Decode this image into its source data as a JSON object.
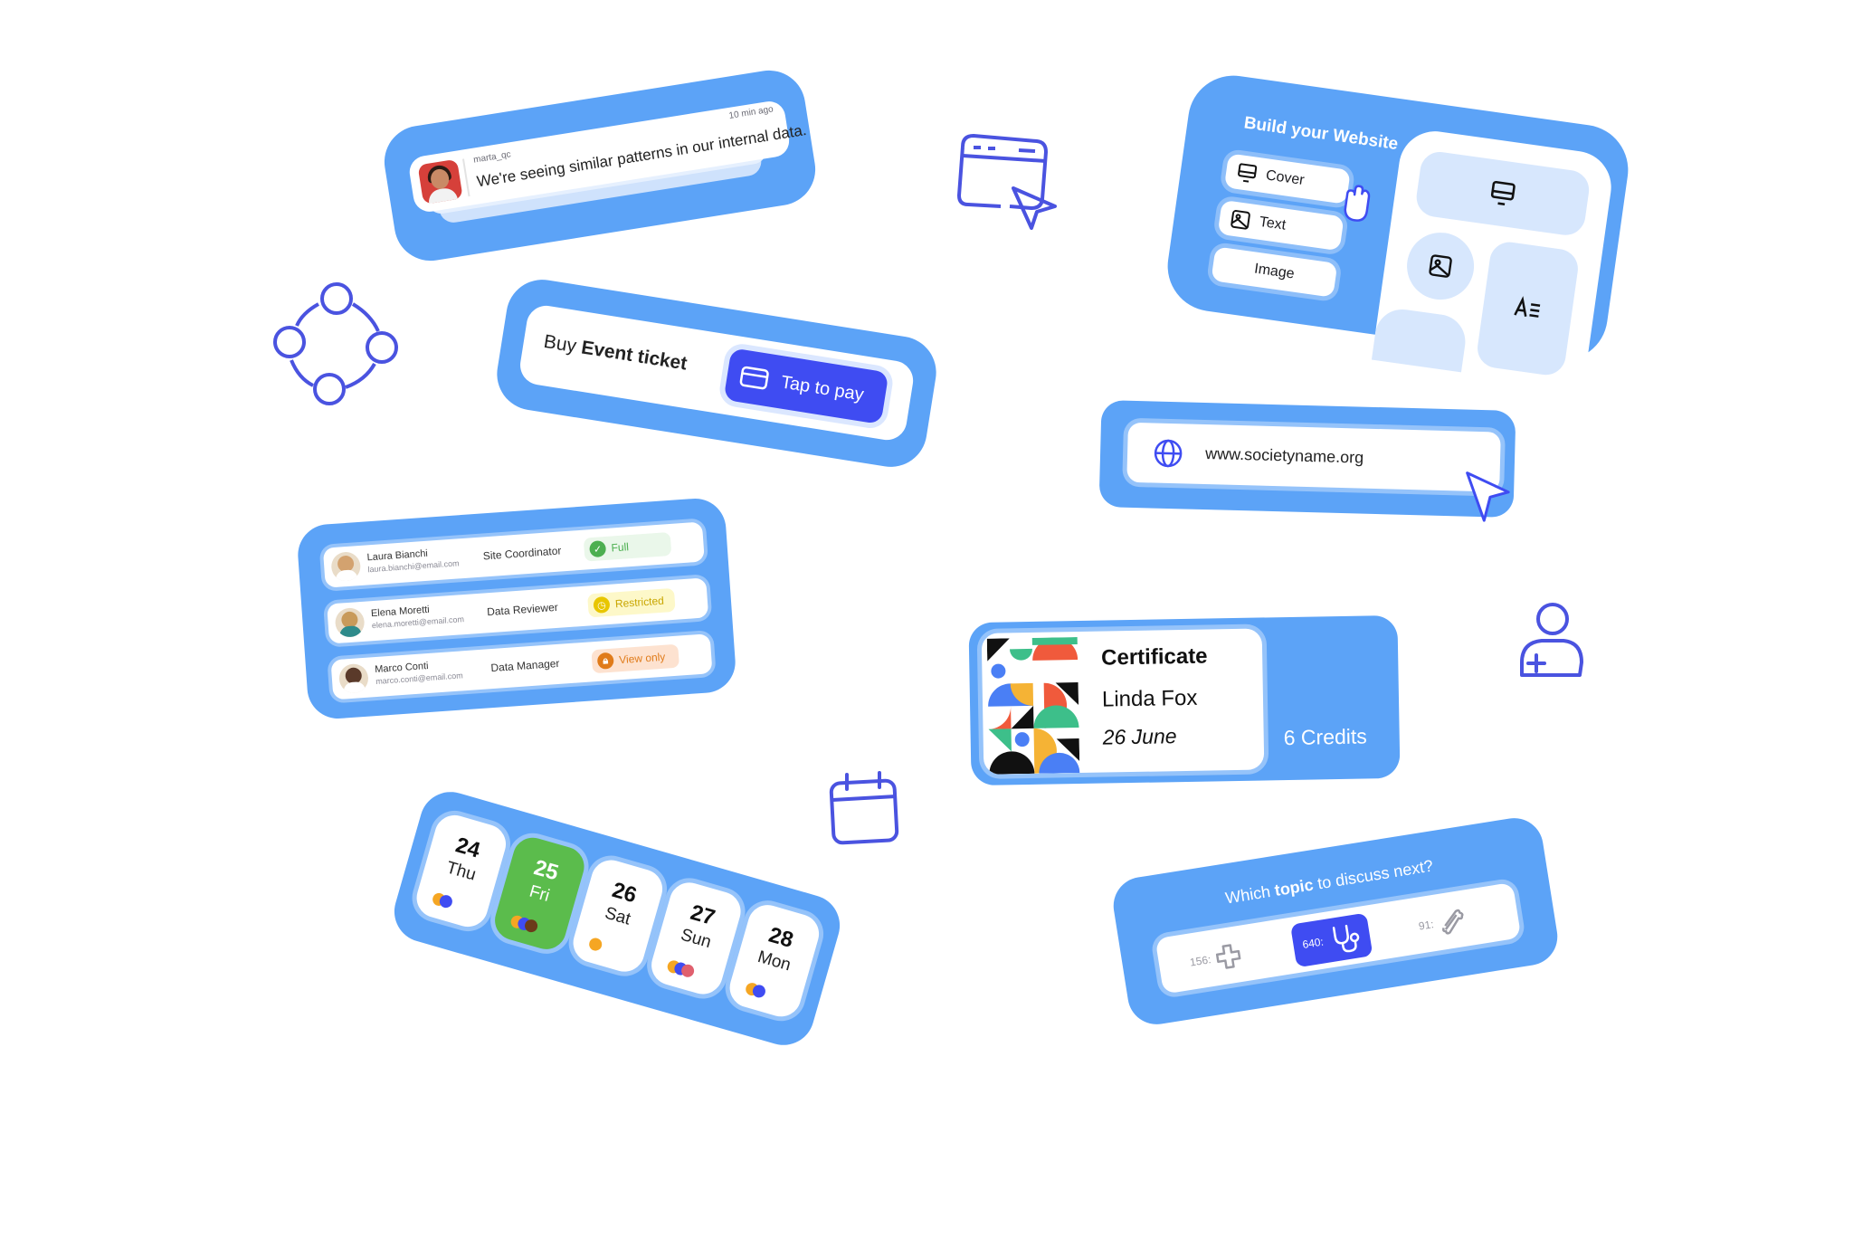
{
  "message": {
    "username": "marta_qc",
    "time": "10 min ago",
    "text": "We're seeing similar patterns in our internal data."
  },
  "ticket": {
    "label_prefix": "Buy",
    "label_bold": "Event ticket",
    "button": "Tap to pay"
  },
  "users": [
    {
      "name": "Laura Bianchi",
      "email": "laura.bianchi@email.com",
      "role": "Site Coordinator",
      "access": "Full",
      "color": "#4caf50",
      "bg": "#eaf7ea"
    },
    {
      "name": "Elena Moretti",
      "email": "elena.moretti@email.com",
      "role": "Data Reviewer",
      "access": "Restricted",
      "color": "#d9b400",
      "bg": "#fdf8c9"
    },
    {
      "name": "Marco Conti",
      "email": "marco.conti@email.com",
      "role": "Data Manager",
      "access": "View only",
      "color": "#e07b1a",
      "bg": "#fde2d0"
    }
  ],
  "calendar": {
    "days": [
      {
        "num": "24",
        "wd": "Thu",
        "selected": false,
        "dots": [
          "#f5a623",
          "#3f4cf2"
        ]
      },
      {
        "num": "25",
        "wd": "Fri",
        "selected": true,
        "dots": [
          "#f5a623",
          "#3f4cf2",
          "#6b3b1a"
        ]
      },
      {
        "num": "26",
        "wd": "Sat",
        "selected": false,
        "dots": [
          "#f5a623"
        ]
      },
      {
        "num": "27",
        "wd": "Sun",
        "selected": false,
        "dots": [
          "#f5a623",
          "#3f4cf2",
          "#e0606e"
        ]
      },
      {
        "num": "28",
        "wd": "Mon",
        "selected": false,
        "dots": [
          "#f5a623",
          "#3f4cf2"
        ]
      }
    ]
  },
  "builder": {
    "title": "Build your Website",
    "options": [
      "Cover",
      "Text",
      "Image"
    ]
  },
  "url": {
    "text": "www.societyname.org"
  },
  "certificate": {
    "title": "Certificate",
    "name": "Linda Fox",
    "date": "26 June",
    "credits": "6 Credits"
  },
  "poll": {
    "q_prefix": "Which",
    "q_bold": "topic",
    "q_suffix": "to discuss next?",
    "options": [
      {
        "count": "156:",
        "icon": "plus-icon"
      },
      {
        "count": "640:",
        "icon": "stethoscope-icon"
      },
      {
        "count": "91:",
        "icon": "bone-icon"
      }
    ]
  },
  "colors": {
    "card": "#5ca3f7",
    "accent": "#3f4cf2",
    "outline": "#4a53e0"
  }
}
